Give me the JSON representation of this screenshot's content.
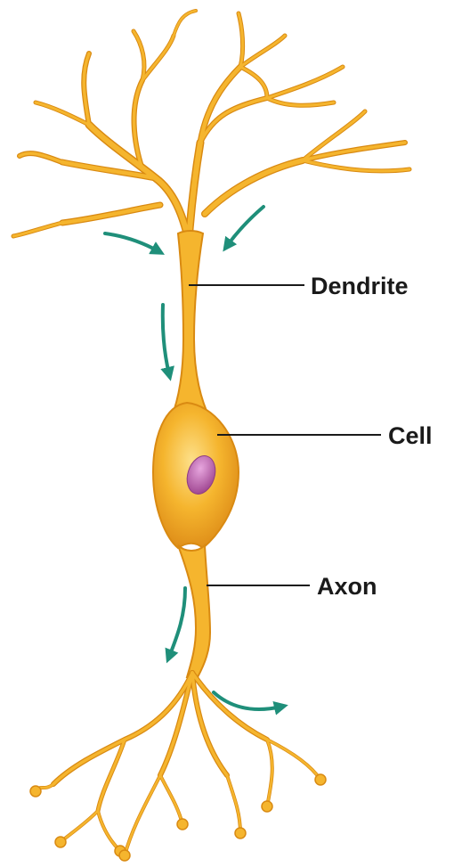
{
  "labels": {
    "dendrite": "Dendrite",
    "cell": "Cell",
    "axon": "Axon"
  },
  "colors": {
    "background": "#ffffff",
    "neuron_fill": "#f5b52e",
    "neuron_outline": "#d98a12",
    "neuron_highlight": "#fde08a",
    "nucleus": "#b85aa8",
    "arrow": "#1f8f7a",
    "leader_line": "#1a1a1a"
  },
  "icons": {
    "signal_arrow": "curved-arrow-icon",
    "terminal": "bulb-icon"
  }
}
